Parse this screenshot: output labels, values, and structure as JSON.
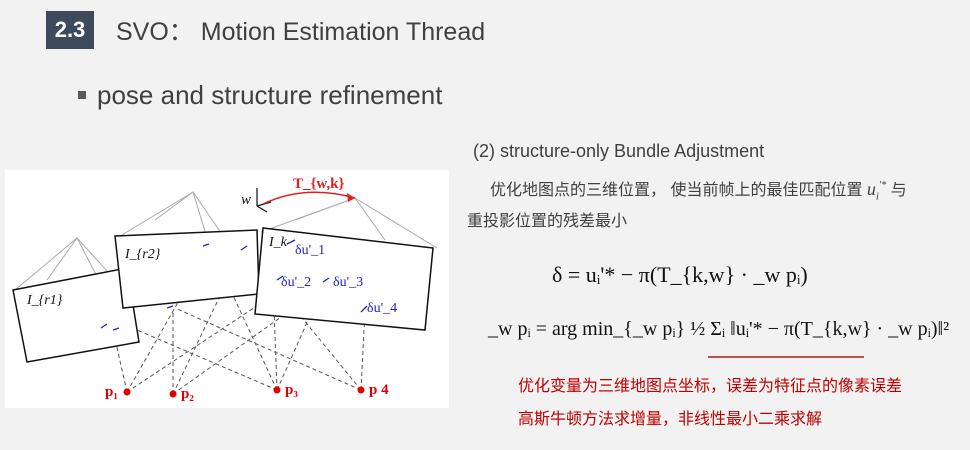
{
  "header": {
    "badge": "2.3",
    "title": "SVO： Motion Estimation Thread"
  },
  "bullet": {
    "text": "pose and structure refinement"
  },
  "figure": {
    "frame_labels": [
      "I_{r1}",
      "I_{r2}",
      "I_k"
    ],
    "world_label": "w",
    "transform_label": "T_{w,k}",
    "residual_labels": [
      "δu'_1",
      "δu'_2",
      "δu'_3",
      "δu'_4"
    ],
    "point_labels": [
      "p₁",
      "p₂",
      "p₃",
      "p 4"
    ]
  },
  "section": {
    "heading": "(2)  structure-only Bundle Adjustment",
    "desc_line1": "优化地图点的三维位置， 使当前帧上的最佳匹配位置",
    "desc_line1_end": "与",
    "desc_line2": "重投影位置的残差最小"
  },
  "equations": {
    "eq1": "δ = uᵢ'* − π(T_{k,w} · _w pᵢ)",
    "eq2": "_w pᵢ = arg min_{_w pᵢ} ½ Σᵢ ‖uᵢ'* − π(T_{k,w} · _w pᵢ)‖²"
  },
  "notes": {
    "line1": "优化变量为三维地图点坐标，误差为特征点的像素误差",
    "line2": "高斯牛顿方法求增量，非线性最小二乘求解"
  },
  "colors": {
    "badge": "#3d4a5c",
    "accent_red": "#c00000",
    "residual_blue": "#2222cc",
    "point_red": "#e00000"
  }
}
